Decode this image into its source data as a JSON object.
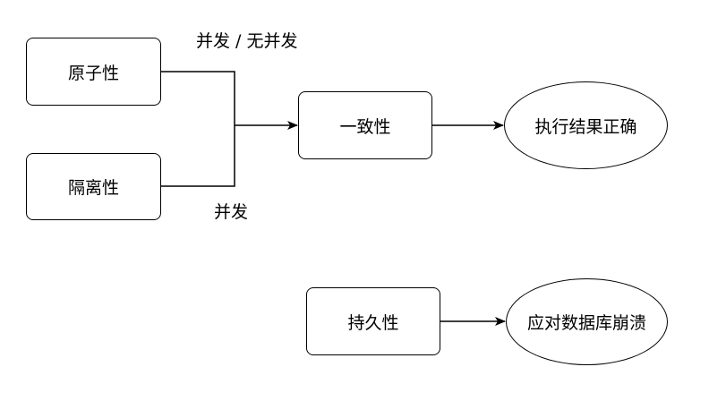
{
  "nodes": {
    "atomicity": "原子性",
    "isolation": "隔离性",
    "consistency": "一致性",
    "correct_result": "执行结果正确",
    "durability": "持久性",
    "db_crash": "应对数据库崩溃"
  },
  "edge_labels": {
    "concurrent_or_not": "并发 / 无并发",
    "concurrent": "并发"
  },
  "colors": {
    "stroke": "#000000",
    "fill": "#ffffff"
  }
}
